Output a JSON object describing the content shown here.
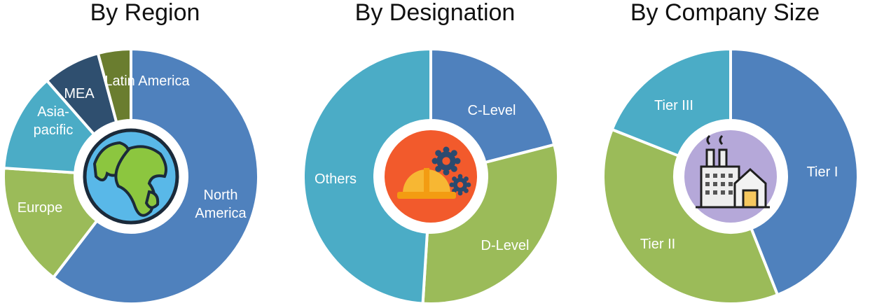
{
  "colors": {
    "blue": "#4f81bd",
    "green": "#9bbb59",
    "teal": "#4bacc6",
    "navy": "#2f4f6f",
    "olive": "#6a7d2f",
    "icon_region_bg": "#ffffff",
    "icon_designation_bg": "#f25a2c",
    "icon_company_bg": "#b5a8d9"
  },
  "chart_data": [
    {
      "type": "pie",
      "title": "By Region",
      "icon": "globe-icon",
      "slices": [
        {
          "label": "North America",
          "value": 58,
          "color": "#4f81bd"
        },
        {
          "label": "Europe",
          "value": 15,
          "color": "#9bbb59"
        },
        {
          "label": "Asia-pacific",
          "value": 12,
          "color": "#4bacc6"
        },
        {
          "label": "MEA",
          "value": 7,
          "color": "#2f4f6f"
        },
        {
          "label": "Latin America",
          "value": 4,
          "color": "#6a7d2f"
        }
      ]
    },
    {
      "type": "pie",
      "title": "By Designation",
      "icon": "hardhat-gears-icon",
      "slices": [
        {
          "label": "C-Level",
          "value": 21,
          "color": "#4f81bd"
        },
        {
          "label": "D-Level",
          "value": 30,
          "color": "#9bbb59"
        },
        {
          "label": "Others",
          "value": 49,
          "color": "#4bacc6"
        }
      ]
    },
    {
      "type": "pie",
      "title": "By Company Size",
      "icon": "factory-icon",
      "slices": [
        {
          "label": "Tier I",
          "value": 44,
          "color": "#4f81bd"
        },
        {
          "label": "Tier II",
          "value": 37,
          "color": "#9bbb59"
        },
        {
          "label": "Tier III",
          "value": 19,
          "color": "#4bacc6"
        }
      ]
    }
  ]
}
